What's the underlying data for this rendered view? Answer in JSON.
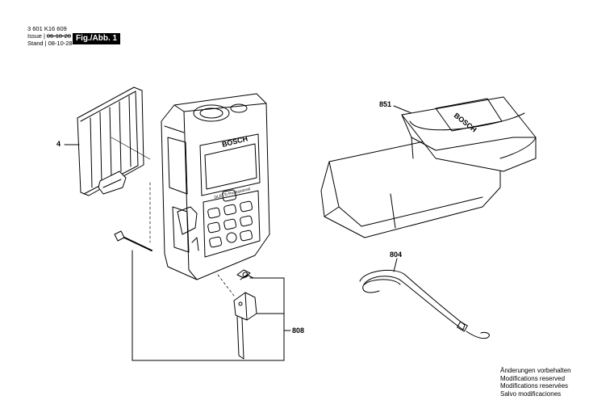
{
  "header": {
    "part_number": "3 601 K16 609",
    "issue_label": "Issue",
    "issue_value": "06-10-20",
    "stand_label": "Stand",
    "stand_value": "08-10-28",
    "figure_label": "Fig./Abb. 1"
  },
  "callouts": {
    "c4": "4",
    "c851": "851",
    "c804": "804",
    "c808": "808"
  },
  "device": {
    "brand": "BOSCH",
    "model": "DLE 70 Professional"
  },
  "case_brand": "BOSCH",
  "notes": [
    "Änderungen vorbehalten",
    "Modifications reserved",
    "Modifications reservées",
    "Salvo modificaciones"
  ]
}
